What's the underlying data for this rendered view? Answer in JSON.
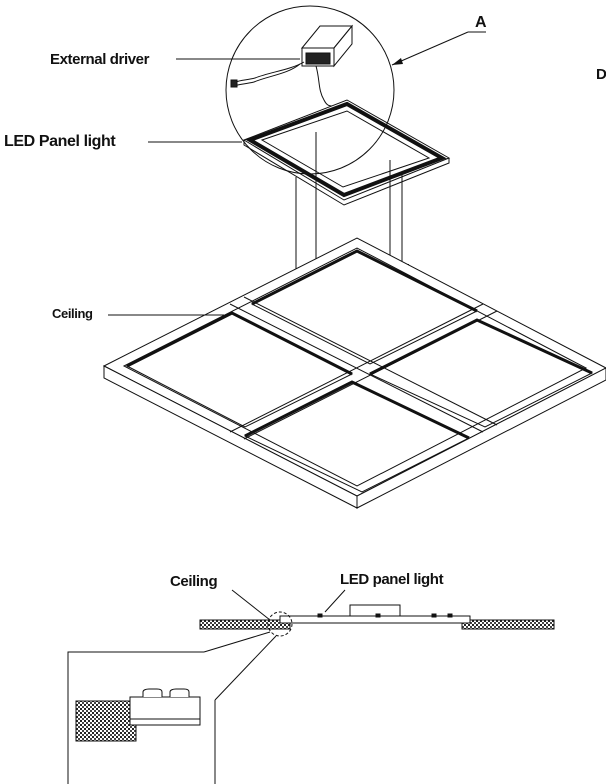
{
  "labels": {
    "external_driver": "External driver",
    "led_panel_light": "LED Panel light",
    "ceiling_top": "Ceiling",
    "callout_a": "A",
    "edge_letter": "D",
    "ceiling_bottom": "Ceiling",
    "led_panel_light_bottom": "LED panel light"
  },
  "colors": {
    "stroke": "#111111",
    "hatch": "#333333",
    "background": "#ffffff"
  }
}
